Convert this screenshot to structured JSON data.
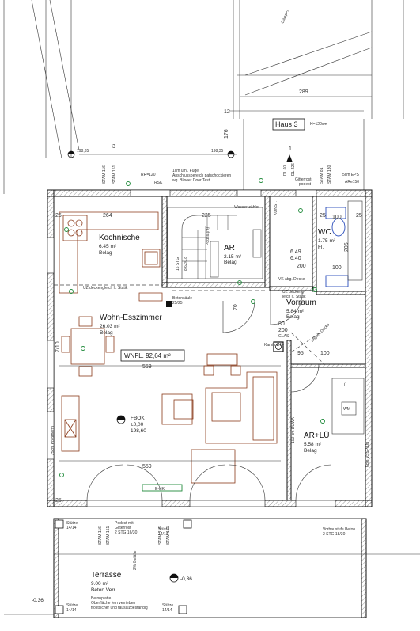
{
  "plan": {
    "house_label": "Haus 3",
    "house_height": "H=120cm",
    "carport_label": "CARPO",
    "axis_1": "1",
    "axis_3": "3",
    "elev_left": "198,35",
    "elev_right": "198,35",
    "top_dim_289": "289",
    "top_dim_12": "12",
    "top_dim_176": "176",
    "rooms": {
      "kochnische": {
        "name": "Kochnische",
        "area": "6.45 m²",
        "floor": "Belag"
      },
      "ar": {
        "name": "AR",
        "area": "2.15 m²",
        "floor": "Belag"
      },
      "wc": {
        "name": "WC",
        "area": "1.75 m²",
        "floor": "Fl."
      },
      "wohn": {
        "name": "Wohn-Esszimmer",
        "area": "26.03 m²",
        "floor": "Belag"
      },
      "vorraum": {
        "name": "Vorraum",
        "area": "5.84 m²",
        "floor": "Belag"
      },
      "arlu": {
        "name": "AR+LÜ",
        "area": "5.58 m²",
        "floor": "Belag"
      },
      "terrasse": {
        "name": "Terrasse",
        "area": "9.00 m²",
        "floor": "Beton Verr."
      }
    },
    "wnfl": "WNFL.  92,64 m²",
    "fbok_label": "FBOK",
    "fbok_1": "±0,00",
    "fbok_2": "198,60",
    "dims": {
      "d264": "264",
      "d225": "225",
      "d559a": "559",
      "d559b": "559",
      "d25a": "25",
      "d25b": "25",
      "d25c": "25",
      "d25d": "25",
      "d100a": "100",
      "d100b": "100",
      "d205": "205",
      "d200a": "200",
      "d200b": "200",
      "d80": "80",
      "d70": "70",
      "d710": "7/10",
      "d95": "95",
      "d100c": "100",
      "d649": "6.49",
      "d640": "6.40"
    },
    "notes": {
      "stam116": "STAM 116",
      "stam151": "STAM 151",
      "rr": "RR=120",
      "rsk": "RSK",
      "fuge": "1cm uml. Fuge",
      "anschluss": "Anschlussbereich patschockieren",
      "blower": "wg. Blower Door Test",
      "dl60": "DL 60",
      "dl226": "DL 226",
      "gitter": "Gitterrost-",
      "podest": "podest",
      "stam81": "STAM 81",
      "stam130": "STAM 130",
      "eps": "5cm EPS",
      "arr": "ARe150",
      "wasserzaehler": "Wasser-zähler",
      "konst": "KONST.",
      "uz1": "UZ deckengleich lt. Statik",
      "uz2": "UZ deckeng-",
      "uz3": "leich lt. Statik",
      "stg16": "16 STG",
      "stg2": "8.62/0.8",
      "podest_r": "Podest(m)",
      "betonsaeule": "Betonsäule",
      "bs_dim": "25/25",
      "vk": "VK abg. Decke",
      "glas": "GLAS",
      "kamin": "Kamin Ø14",
      "abgeh": "abgeh. Decke",
      "lue": "LÜ",
      "wm": "WM",
      "duwa": "100 cm  DUWA",
      "porotherm": "25cm Porotherm",
      "porotherm_r": "6cm VSSP/Dü",
      "ehk": "E-HK",
      "stuetze_l": "Stütze",
      "stuetze_l_dim": "14/14",
      "podest_mit": "Podest mit",
      "gitterrost": "Gitterrost",
      "stg_bottom": "2 STG 16/30",
      "stam_b1": "STAM 116",
      "stam_b2": "STAM 151",
      "stam_b3": "STAM 116",
      "stam_b4": "STAM 151",
      "stuetze_m": "Stütze",
      "stuetze_m_dim": "14/14",
      "vorbau": "Vorbaustufe Beton",
      "stg_right": "2 STG 18/30",
      "gefaelle": "2% Gefälle",
      "elev_b1": "-0,36",
      "elev_b2": "-0,36",
      "betonplatte": "Betonplatte",
      "oberflaeche": "Oberfläche fein verrieben",
      "frost": "frostsicher und tausalzbeständig",
      "stuetze_bl": "Stütze",
      "stuetze_bl_dim": "14/14",
      "stuetze_br": "Stütze",
      "stuetze_br_dim": "14/14"
    }
  }
}
